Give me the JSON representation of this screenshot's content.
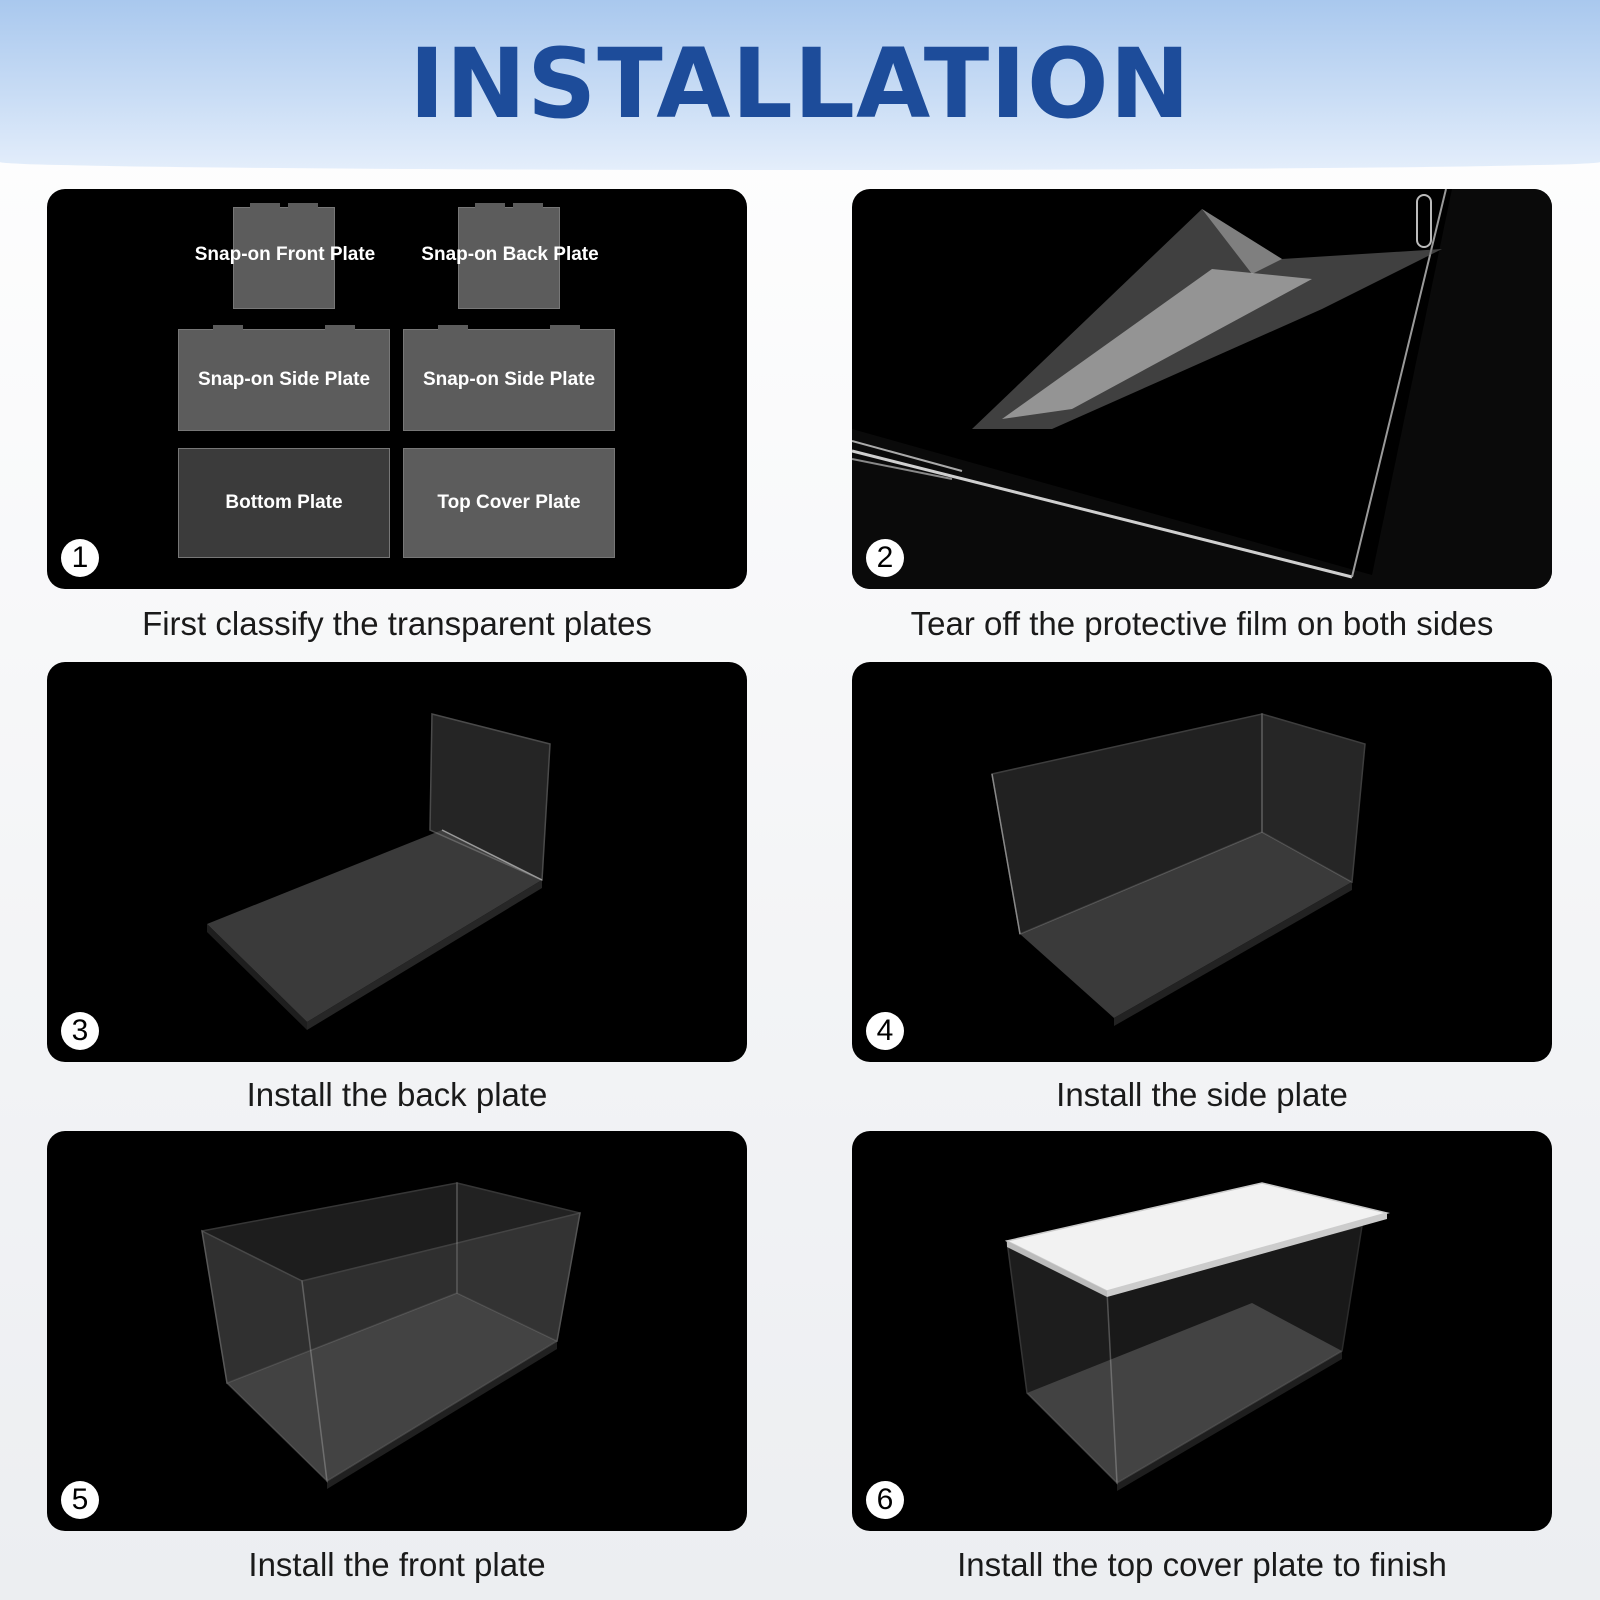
{
  "title": "INSTALLATION",
  "steps": [
    {
      "number": "1",
      "caption": "First classify the transparent plates"
    },
    {
      "number": "2",
      "caption": "Tear off the protective film on both sides"
    },
    {
      "number": "3",
      "caption": "Install the back plate"
    },
    {
      "number": "4",
      "caption": "Install the side plate"
    },
    {
      "number": "5",
      "caption": "Install the front plate"
    },
    {
      "number": "6",
      "caption": "Install the top cover plate to finish"
    }
  ],
  "plates": {
    "front": "Snap-on Front Plate",
    "back": "Snap-on Back Plate",
    "side1": "Snap-on Side Plate",
    "side2": "Snap-on Side Plate",
    "bottom": "Bottom Plate",
    "top": "Top Cover Plate"
  }
}
